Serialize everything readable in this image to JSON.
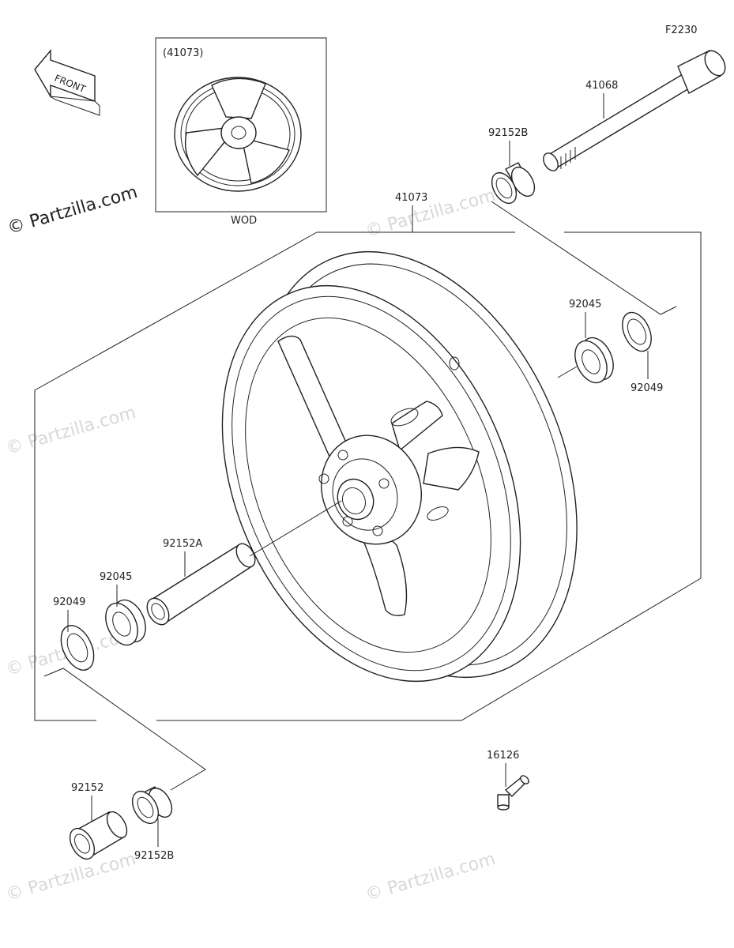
{
  "diagram_code": "F2230",
  "front_arrow_label": "FRONT",
  "brand": "© Partzilla.com",
  "watermark": "© Partzilla.com",
  "inset": {
    "ref_label": "(41073)",
    "variant_label": "WOD"
  },
  "parts": {
    "wheel": "41073",
    "axle": "41068",
    "collar_top": "92152B",
    "bearing_right": "92045",
    "seal_right": "92049",
    "collar_center": "92152A",
    "bearing_left": "92045",
    "seal_left": "92049",
    "collar_bottom": "92152",
    "collar_bottom_b": "92152B",
    "valve": "16126"
  }
}
